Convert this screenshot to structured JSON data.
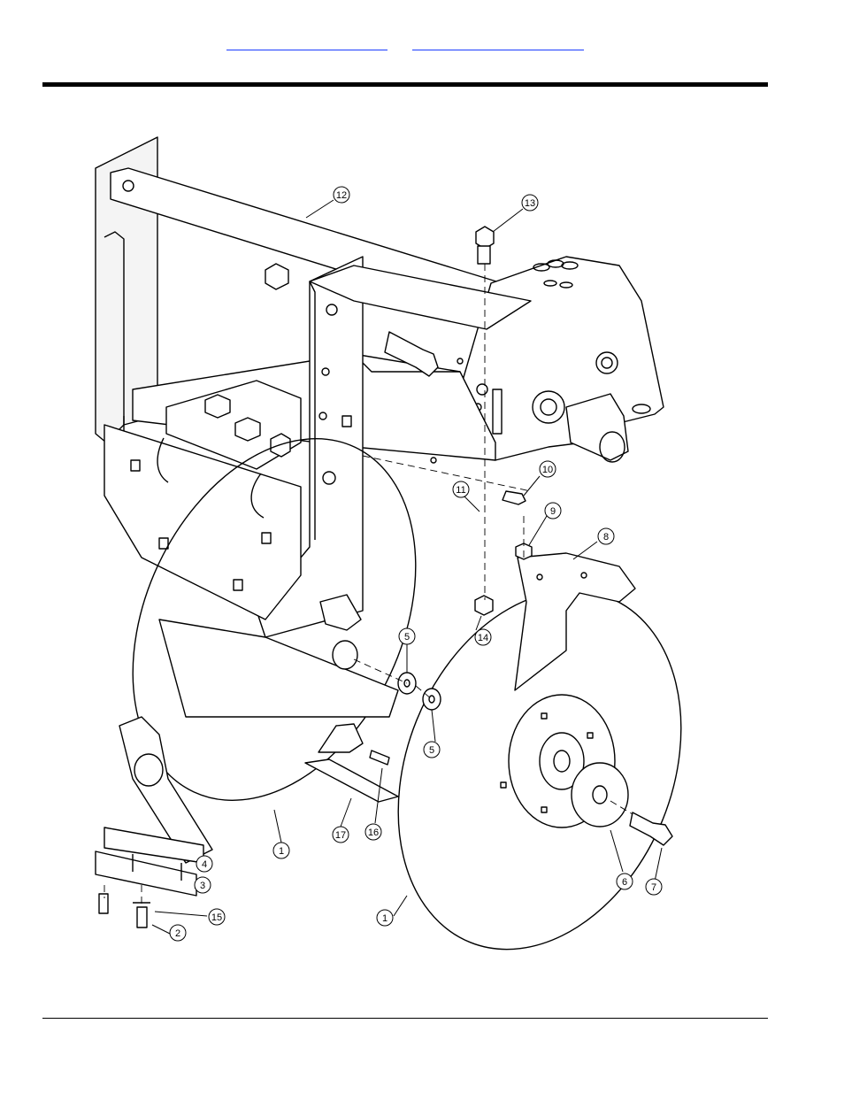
{
  "header": {
    "link_1": "",
    "link_2": ""
  },
  "callouts": [
    {
      "label": "12"
    },
    {
      "label": "13"
    },
    {
      "label": "10"
    },
    {
      "label": "11"
    },
    {
      "label": "9"
    },
    {
      "label": "8"
    },
    {
      "label": "14"
    },
    {
      "label": "5"
    },
    {
      "label": "5"
    },
    {
      "label": "17"
    },
    {
      "label": "16"
    },
    {
      "label": "1"
    },
    {
      "label": "4"
    },
    {
      "label": "3"
    },
    {
      "label": "15"
    },
    {
      "label": "2"
    },
    {
      "label": "1"
    },
    {
      "label": "6"
    },
    {
      "label": "7"
    }
  ]
}
